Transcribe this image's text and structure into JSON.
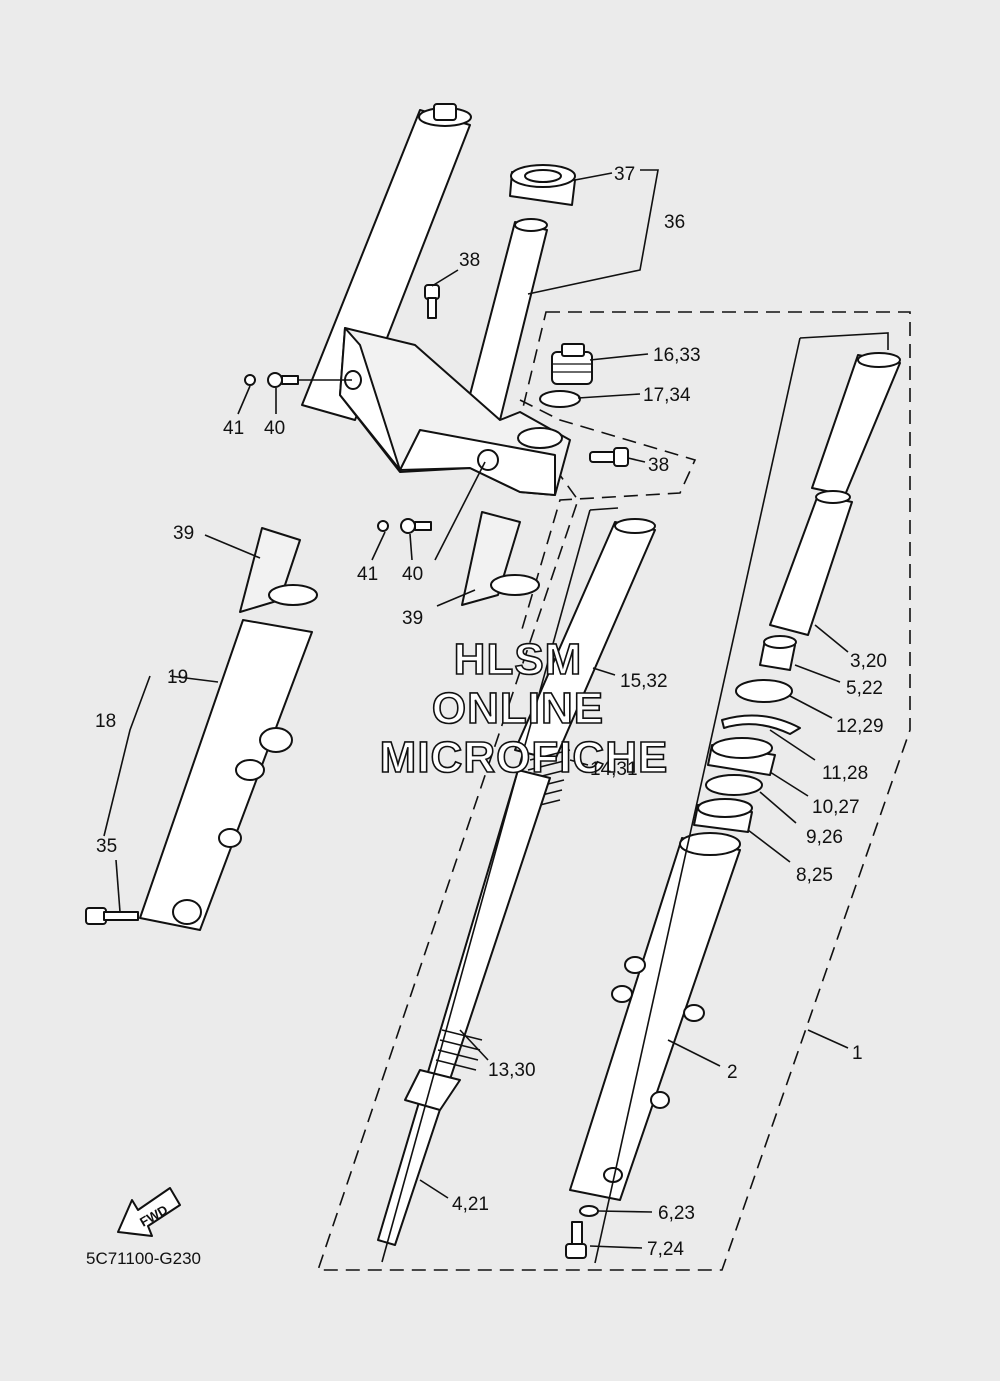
{
  "diagram_code": "5C71100-G230",
  "fwd_label": "FWD",
  "watermark": [
    "HLSM",
    "ONLINE",
    "MICROFICHE"
  ],
  "callouts": [
    {
      "id": "c37",
      "text": "37"
    },
    {
      "id": "c36",
      "text": "36"
    },
    {
      "id": "c38a",
      "text": "38"
    },
    {
      "id": "c1633",
      "text": "16,33"
    },
    {
      "id": "c1734",
      "text": "17,34"
    },
    {
      "id": "c38b",
      "text": "38"
    },
    {
      "id": "c41a",
      "text": "41"
    },
    {
      "id": "c40a",
      "text": "40"
    },
    {
      "id": "c39a",
      "text": "39"
    },
    {
      "id": "c41b",
      "text": "41"
    },
    {
      "id": "c40b",
      "text": "40"
    },
    {
      "id": "c39b",
      "text": "39"
    },
    {
      "id": "c320",
      "text": "3,20"
    },
    {
      "id": "c522",
      "text": "5,22"
    },
    {
      "id": "c1229",
      "text": "12,29"
    },
    {
      "id": "c1128",
      "text": "11,28"
    },
    {
      "id": "c1027",
      "text": "10,27"
    },
    {
      "id": "c926",
      "text": "9,26"
    },
    {
      "id": "c825",
      "text": "8,25"
    },
    {
      "id": "c1532",
      "text": "15,32"
    },
    {
      "id": "c1431",
      "text": "14,31"
    },
    {
      "id": "c19",
      "text": "19"
    },
    {
      "id": "c18",
      "text": "18"
    },
    {
      "id": "c35",
      "text": "35"
    },
    {
      "id": "c1330",
      "text": "13,30"
    },
    {
      "id": "c2",
      "text": "2"
    },
    {
      "id": "c1",
      "text": "1"
    },
    {
      "id": "c421",
      "text": "4,21"
    },
    {
      "id": "c623",
      "text": "6,23"
    },
    {
      "id": "c724",
      "text": "7,24"
    }
  ]
}
